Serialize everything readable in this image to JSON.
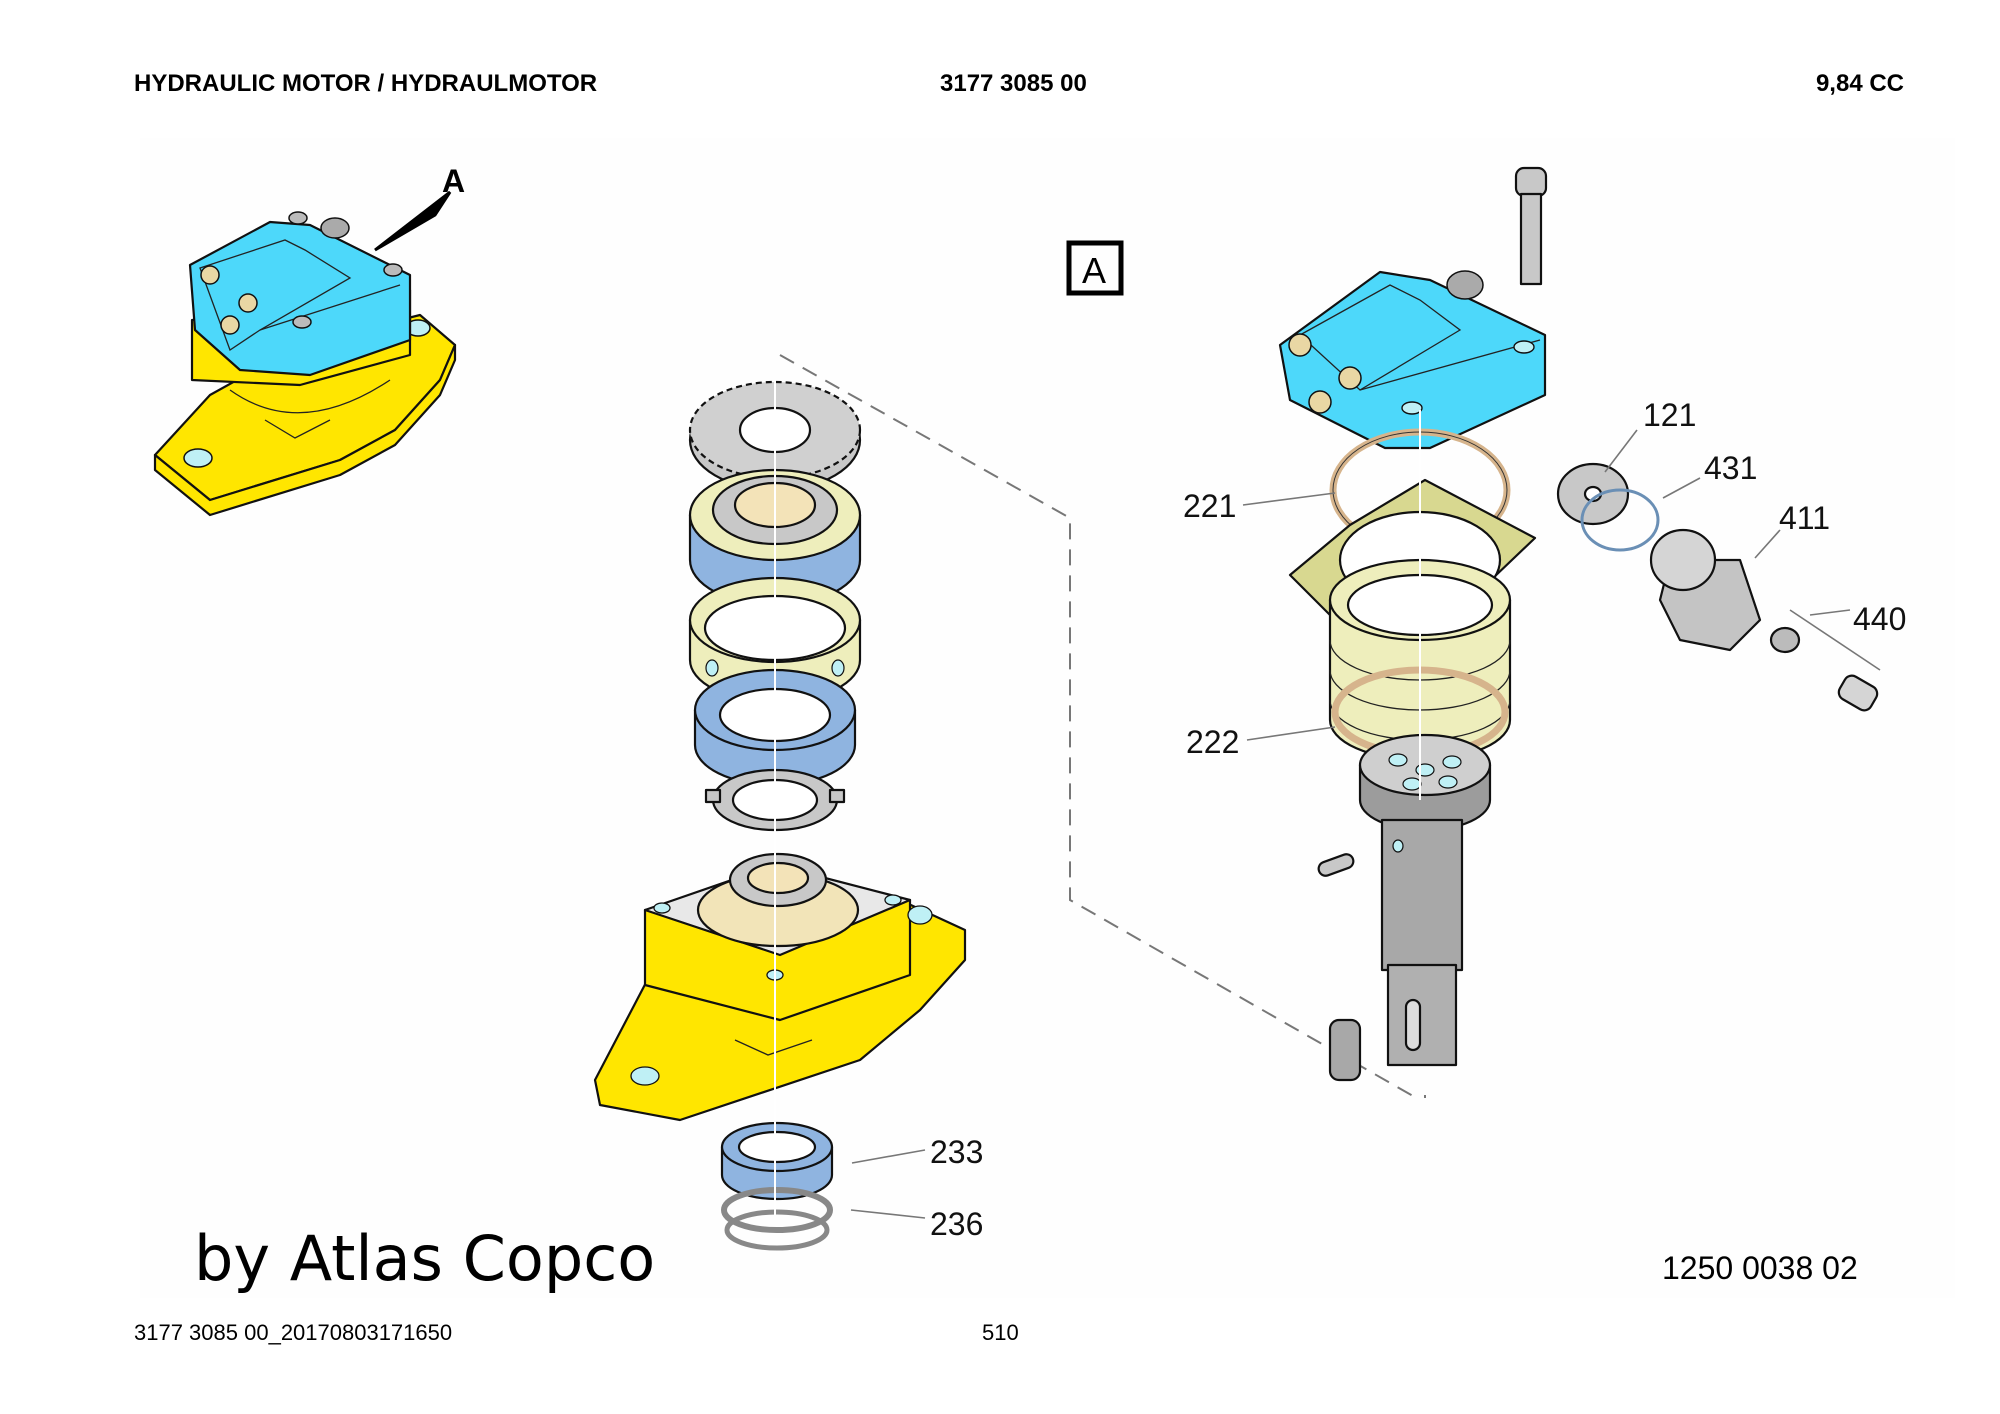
{
  "header": {
    "title": "HYDRAULIC MOTOR / HYDRAULMOTOR",
    "part_number": "3177 3085 00",
    "displacement": "9,84 CC"
  },
  "diagram": {
    "view_pointer_label": "A",
    "detail_view_label": "A",
    "callouts": [
      {
        "number": "121"
      },
      {
        "number": "431"
      },
      {
        "number": "411"
      },
      {
        "number": "440"
      },
      {
        "number": "221"
      },
      {
        "number": "222"
      },
      {
        "number": "233"
      },
      {
        "number": "236"
      }
    ],
    "watermark": "by Atlas Copco",
    "drawing_number": "1250 0038 02",
    "colors": {
      "motor_housing": "#4dd8fa",
      "base_flange": "#ffe600",
      "bearing": "#8fb4e0",
      "spacer": "#eeeebc",
      "steel": "#c8c8c8",
      "o_ring": "#d6b48c"
    }
  },
  "footer": {
    "document_id": "3177 3085 00_20170803171650",
    "page_number": "510"
  }
}
